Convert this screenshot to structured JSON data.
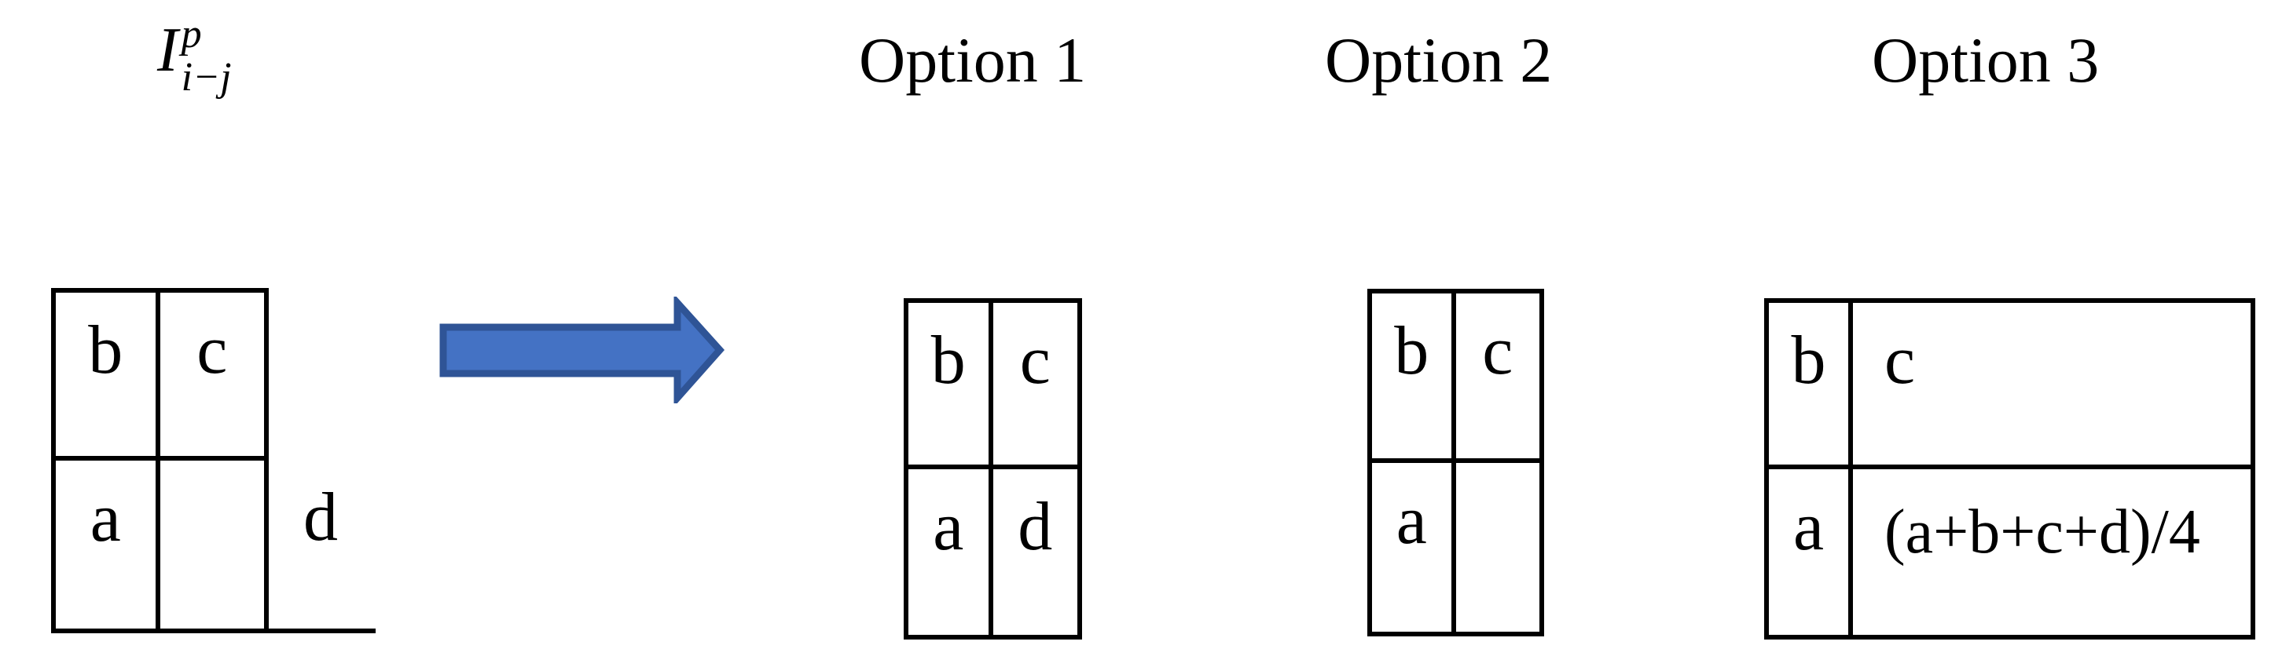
{
  "figure": {
    "input_label": {
      "base": "I",
      "superscript": "p",
      "subscript": "i−j"
    },
    "source_grid": {
      "cells": {
        "top_left": "b",
        "top_right": "c",
        "bottom_left": "a",
        "bottom_right": ""
      },
      "outside_right_label": "d"
    },
    "arrow": {
      "fill": "#4472C4",
      "stroke": "#2F5496",
      "direction": "right"
    },
    "options": [
      {
        "title": "Option 1",
        "cells": {
          "top_left": "b",
          "top_right": "c",
          "bottom_left": "a",
          "bottom_right": "d"
        }
      },
      {
        "title": "Option 2",
        "cells": {
          "top_left": "b",
          "top_right": "c",
          "bottom_left": "a",
          "bottom_right": ""
        }
      },
      {
        "title": "Option 3",
        "cells": {
          "top_left": "b",
          "top_right": "c",
          "bottom_left": "a",
          "bottom_right": "(a+b+c+d)/4"
        }
      }
    ]
  }
}
